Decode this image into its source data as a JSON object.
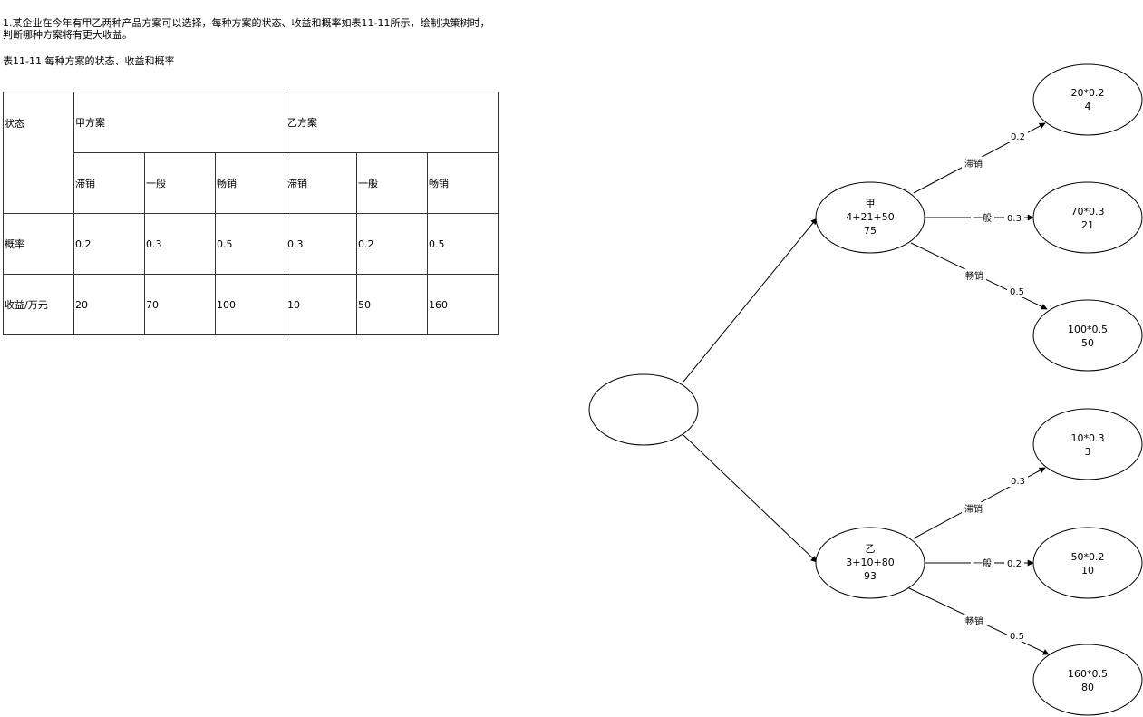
{
  "question": "1.某企业在今年有甲乙两种产品方案可以选择，每种方案的状态、收益和概率如表11-11所示，绘制决策树时，判断哪种方案将有更大收益。",
  "table_caption": "表11-11 每种方案的状态、收益和概率",
  "table": {
    "state_header": "状态",
    "plans": [
      "甲方案",
      "乙方案"
    ],
    "states": [
      "滞销",
      "一般",
      "畅销",
      "滞销",
      "一般",
      "畅销"
    ],
    "prob_label": "概率",
    "probs": [
      "0.2",
      "0.3",
      "0.5",
      "0.3",
      "0.2",
      "0.5"
    ],
    "income_label": "收益/万元",
    "incomes": [
      "20",
      "70",
      "100",
      "10",
      "50",
      "160"
    ]
  },
  "tree": {
    "root": "",
    "branches": [
      {
        "name": "甲",
        "formula": "4+21+50",
        "value": "75",
        "leaves": [
          {
            "state": "滞销",
            "prob": "0.2",
            "calc": "20*0.2",
            "result": "4"
          },
          {
            "state": "一般",
            "prob": "0.3",
            "calc": "70*0.3",
            "result": "21"
          },
          {
            "state": "畅销",
            "prob": "0.5",
            "calc": "100*0.5",
            "result": "50"
          }
        ]
      },
      {
        "name": "乙",
        "formula": "3+10+80",
        "value": "93",
        "leaves": [
          {
            "state": "滞销",
            "prob": "0.3",
            "calc": "10*0.3",
            "result": "3"
          },
          {
            "state": "一般",
            "prob": "0.2",
            "calc": "50*0.2",
            "result": "10"
          },
          {
            "state": "畅销",
            "prob": "0.5",
            "calc": "160*0.5",
            "result": "80"
          }
        ]
      }
    ]
  }
}
